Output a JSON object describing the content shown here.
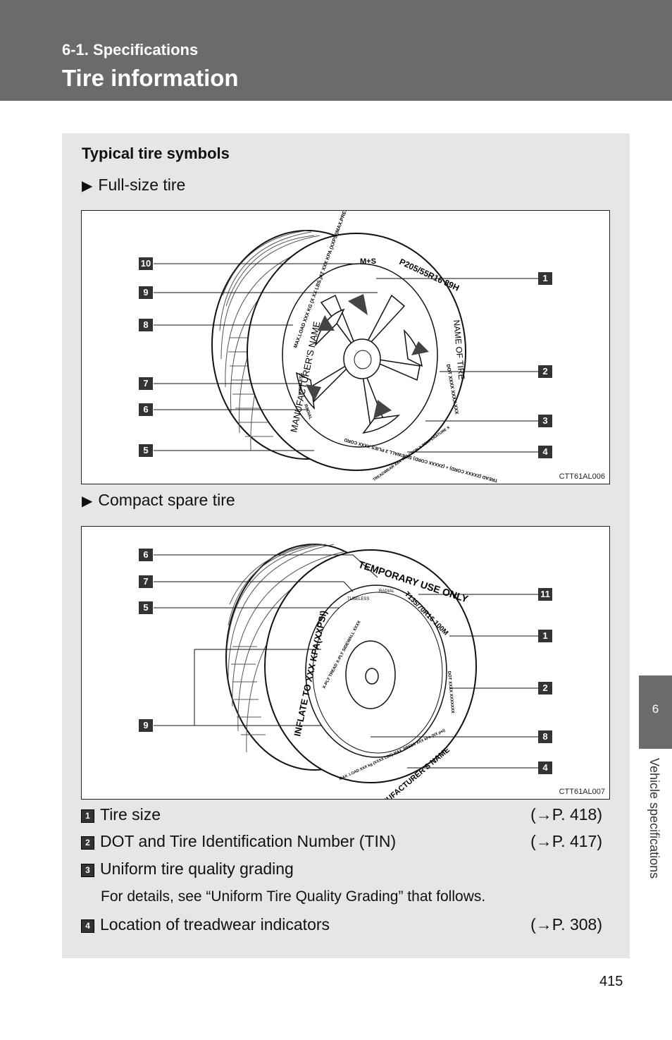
{
  "header": {
    "section": "6-1. Specifications",
    "title": "Tire information"
  },
  "panel": {
    "heading": "Typical tire symbols",
    "full_size": {
      "label": "Full-size tire",
      "code": "CTT61AL006",
      "tire_text": {
        "ms": "M+S",
        "size": "P205/55R16 89H",
        "maxload": "MAX.LOAD XXX KG (X XX LBS.)AT XXX KPA (XXPSI)MAX.PRESS",
        "manufacturer": "MANUFACTURER'S NAME",
        "tire_name": "NAME OF TIRE",
        "dot": "DOT XXXX XXXX XXX",
        "plies": "PLIES",
        "tubeless": "TUBELESS",
        "radial": "RADIAL",
        "tread": "TREAD (2XXXX CORD) + (2XXXX CORD) SIDEWALL 2 PLIES XXXX CORD",
        "treadwear": "TREADWEAR XXX TRACTION X TEMPERATURE X"
      },
      "callouts_left": [
        "10",
        "9",
        "8",
        "7",
        "6",
        "5"
      ],
      "callouts_right": [
        "1",
        "2",
        "3",
        "4"
      ]
    },
    "compact_spare": {
      "label": "Compact spare tire",
      "code": "CTT61AL007",
      "tire_text": {
        "temporary": "TEMPORARY USE ONLY",
        "size": "T135/70R16 100M",
        "inflate": "INFLATE TO XXX KPA(XXPSI)",
        "tread": "X-PLY TREAD X-PLY SIDEWALL XXXX",
        "tubeless": "TUBELESS",
        "radial": "RADIAL",
        "manufacturer": "MANUFACTURER'S NAME",
        "maxload": "MAX. LOAD XXX kg (XXXX LBS) MAX. PRESS XXX kPa (XX psi)",
        "dot": "DOT XXXX XXXXXXX"
      },
      "callouts_left": [
        "6",
        "7",
        "5",
        "9"
      ],
      "callouts_right": [
        "11",
        "1",
        "2",
        "8",
        "4"
      ]
    }
  },
  "legend": [
    {
      "num": "1",
      "text": "Tire size",
      "ref": "(→P. 418)"
    },
    {
      "num": "2",
      "text": "DOT and Tire Identification Number (TIN)",
      "ref": "(→P. 417)"
    },
    {
      "num": "3",
      "text": "Uniform tire quality grading",
      "ref": ""
    },
    {
      "num": "4",
      "text": "Location of treadwear indicators",
      "ref": "(→P. 308)"
    }
  ],
  "legend_note": "For details, see “Uniform Tire Quality Grading” that follows.",
  "side_tab": {
    "number": "6",
    "label": "Vehicle specifications"
  },
  "page_number": "415",
  "colors": {
    "header": "#6b6b6b",
    "panel": "#e6e6e6",
    "callout": "#333333"
  }
}
